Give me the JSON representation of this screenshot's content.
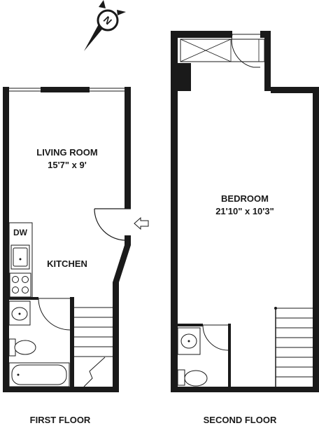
{
  "compass": {
    "letter": "N"
  },
  "first_floor": {
    "caption": "FIRST FLOOR",
    "living_room": {
      "name": "LIVING ROOM",
      "size": "15'7\" x 9'"
    },
    "kitchen": {
      "name": "KITCHEN",
      "appliance": "DW"
    }
  },
  "second_floor": {
    "caption": "SECOND FLOOR",
    "bedroom": {
      "name": "BEDROOM",
      "size": "21'10\" x 10'3\""
    }
  }
}
